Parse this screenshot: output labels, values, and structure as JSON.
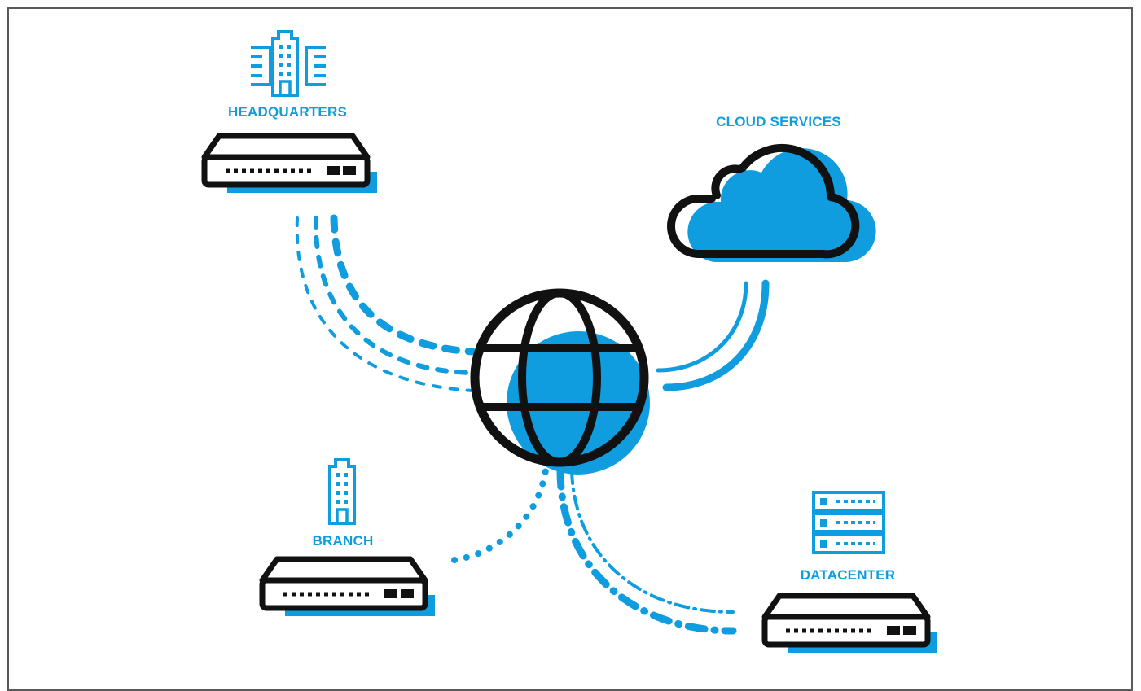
{
  "colors": {
    "accent": "#0f9de0",
    "ink": "#111111",
    "frame": "#5a5a5a",
    "background": "#ffffff"
  },
  "nodes": {
    "headquarters": {
      "label": "HEADQUARTERS",
      "icon": "office-building-icon"
    },
    "cloud": {
      "label": "CLOUD SERVICES",
      "icon": "cloud-icon"
    },
    "branch": {
      "label": "BRANCH",
      "icon": "building-icon"
    },
    "datacenter": {
      "label": "DATACENTER",
      "icon": "server-rack-icon"
    },
    "internet": {
      "label": "",
      "icon": "globe-icon"
    }
  },
  "links": [
    {
      "from": "headquarters",
      "to": "internet",
      "style": "dashed"
    },
    {
      "from": "cloud",
      "to": "internet",
      "style": "solid"
    },
    {
      "from": "branch",
      "to": "internet",
      "style": "dotted"
    },
    {
      "from": "datacenter",
      "to": "internet",
      "style": "dash-dot"
    }
  ]
}
